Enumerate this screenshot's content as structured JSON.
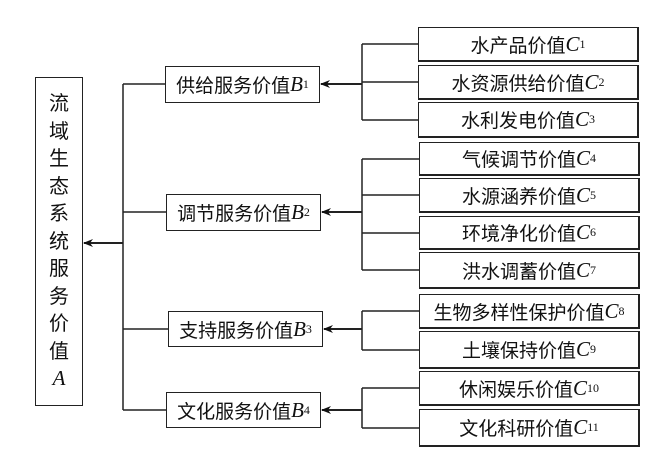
{
  "root": {
    "label_chars": [
      "流",
      "域",
      "生",
      "态",
      "系",
      "统",
      "服",
      "务",
      "价",
      "值"
    ],
    "symbol": "A"
  },
  "categories": [
    {
      "label": "供给服务价值",
      "symbol": "B",
      "index": "1",
      "children": [
        {
          "label": "水产品价值",
          "symbol": "C",
          "index": "1"
        },
        {
          "label": "水资源供给价值",
          "symbol": "C",
          "index": "2"
        },
        {
          "label": "水利发电价值",
          "symbol": "C",
          "index": "3"
        }
      ]
    },
    {
      "label": "调节服务价值",
      "symbol": "B",
      "index": "2",
      "children": [
        {
          "label": "气候调节价值",
          "symbol": "C",
          "index": "4"
        },
        {
          "label": "水源涵养价值",
          "symbol": "C",
          "index": "5"
        },
        {
          "label": "环境净化价值",
          "symbol": "C",
          "index": "6"
        },
        {
          "label": "洪水调蓄价值",
          "symbol": "C",
          "index": "7"
        }
      ]
    },
    {
      "label": "支持服务价值",
      "symbol": "B",
      "index": "3",
      "children": [
        {
          "label": "生物多样性保护价值",
          "symbol": "C",
          "index": "8"
        },
        {
          "label": "土壤保持价值",
          "symbol": "C",
          "index": "9"
        }
      ]
    },
    {
      "label": "文化服务价值",
      "symbol": "B",
      "index": "4",
      "children": [
        {
          "label": "休闲娱乐价值",
          "symbol": "C",
          "index": "10"
        },
        {
          "label": "文化科研价值",
          "symbol": "C",
          "index": "11"
        }
      ]
    }
  ]
}
